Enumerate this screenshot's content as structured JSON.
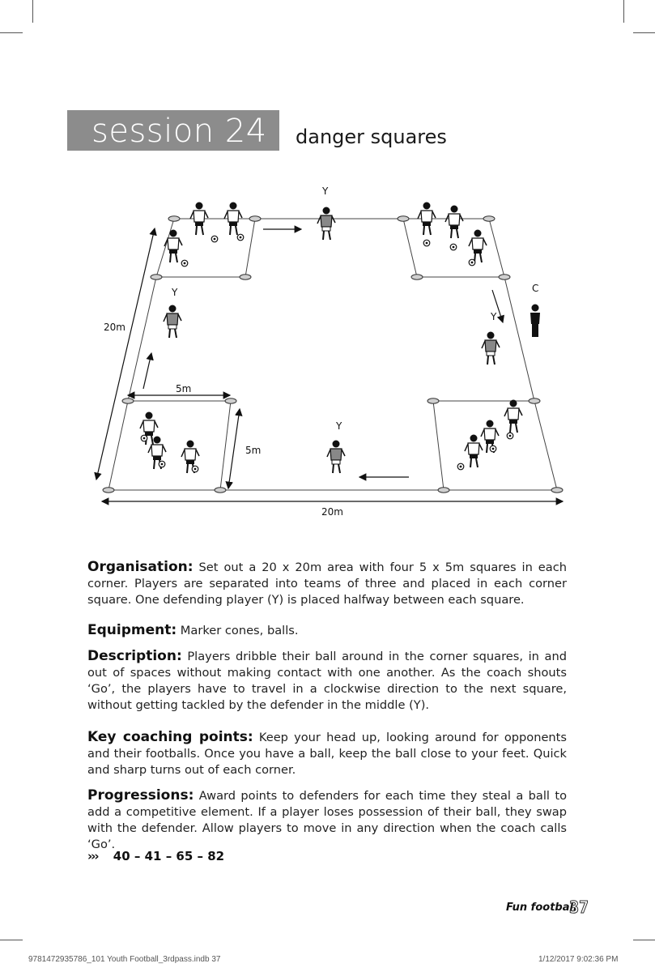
{
  "header": {
    "session_label": "session 24",
    "session_title": "danger squares"
  },
  "diagram": {
    "labels": {
      "defender": "Y",
      "coach": "C",
      "side_length": "20m",
      "square_width": "5m",
      "square_height": "5m",
      "bottom_length": "20m"
    }
  },
  "body": {
    "organisation": {
      "heading": "Organisation:",
      "text": " Set out a 20 x 20m area with four 5 x 5m squares in each corner. Players are separated into teams of three and placed in each corner square. One defending player (Y) is placed halfway between each square."
    },
    "equipment": {
      "heading": "Equipment:",
      "text": " Marker cones, balls."
    },
    "description": {
      "heading": "Description:",
      "text": " Players dribble their ball around in the corner squares, in and out of spaces without making contact with one another. As the coach shouts ‘Go’, the players have to travel in a clockwise direction to the next square, without getting tackled by the defender in the middle (Y)."
    },
    "key_points": {
      "heading": "Key coaching points:",
      "text": " Keep your head up, looking around for opponents and their footballs. Once you have a ball, keep the ball close to your feet. Quick and sharp turns out of each corner."
    },
    "progressions": {
      "heading": "Progressions:",
      "text": " Award points to defenders for each time they steal a ball to add a competitive element. If a player loses possession of their ball, they swap with the defender. Allow players to move in any direction when the coach calls ‘Go’."
    }
  },
  "related": {
    "arrows": "›››",
    "sessions": "40 – 41 – 65 – 82"
  },
  "footer": {
    "book_title": "Fun football",
    "page_number": "37",
    "slug_left": "9781472935786_101 Youth Football_3rdpass.indb   37",
    "slug_right": "1/12/2017   9:02:36 PM"
  }
}
